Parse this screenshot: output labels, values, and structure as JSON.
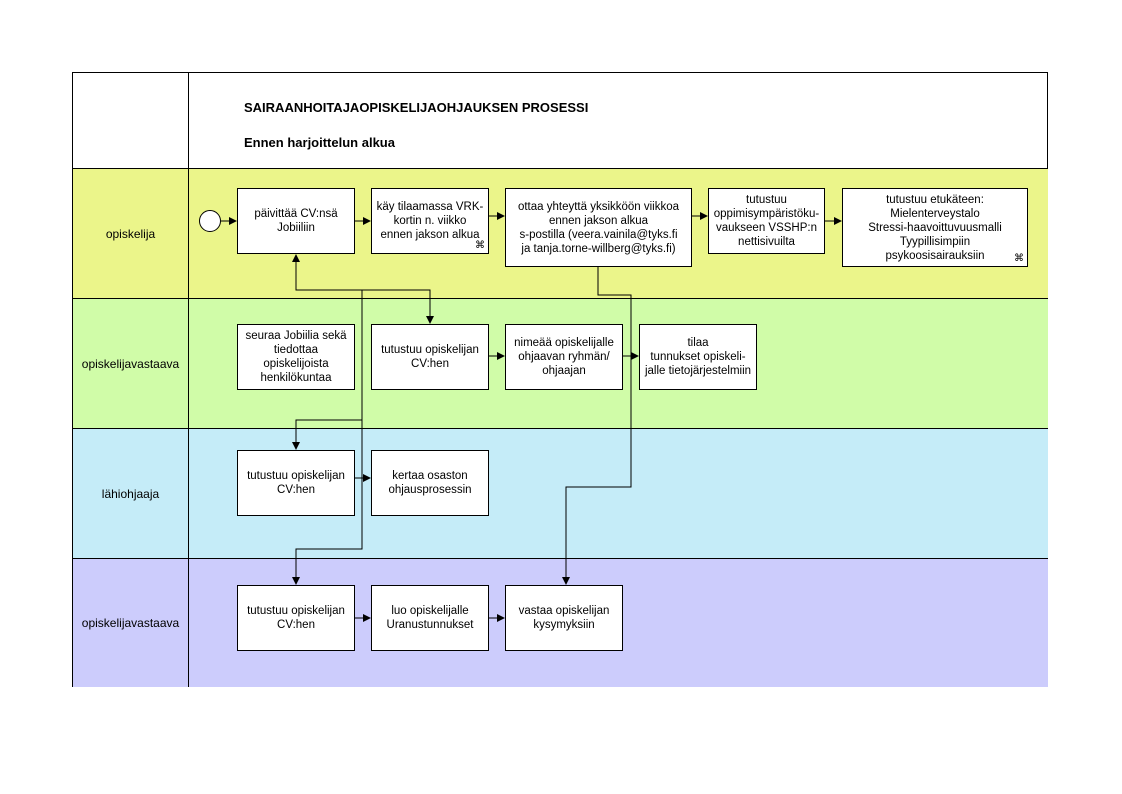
{
  "header": {
    "title": "SAIRAANHOITAJAOPISKELIJAOHJAUKSEN PROSESSI",
    "subtitle": "Ennen harjoittelun alkua"
  },
  "colors": {
    "lane1": "#ebf58a",
    "lane2": "#d0fca8",
    "lane3": "#c5ecf8",
    "lane4": "#ccccfc"
  },
  "lanes": [
    {
      "label": "opiskelija"
    },
    {
      "label": "opiskelijavastaava"
    },
    {
      "label": "lähiohjaaja"
    },
    {
      "label": "opiskelijavastaava"
    }
  ],
  "boxes": {
    "b1": "päivittää CV:nsä\nJobiiliin",
    "b2": "käy tilaamassa VRK-\nkortin n. viikko\nennen jakson alkua",
    "b3": "ottaa yhteyttä yksikköön viikkoa\nennen jakson alkua\ns-postilla (veera.vainila@tyks.fi\nja tanja.torne-willberg@tyks.fi)",
    "b4": "tutustuu\noppimisympäristöku-\nvaukseen VSSHP:n\nnettisivuilta",
    "b5": "tutustuu etukäteen:\nMielenterveystalo\nStressi-haavoittuvuusmalli\nTyypillisimpiin\npsykoosisairauksiin",
    "b6": "seuraa Jobiilia sekä\ntiedottaa\nopiskelijoista\nhenkilökuntaa",
    "b7": "tutustuu opiskelijan\nCV:hen",
    "b8": "nimeää opiskelijalle\nohjaavan ryhmän/\nohjaajan",
    "b9": "tilaa\ntunnukset  opiskeli-\njalle tietojärjestelmiin",
    "b10": "tutustuu opiskelijan\nCV:hen",
    "b11": "kertaa osaston\nohjausprosessin",
    "b12": "tutustuu opiskelijan\nCV:hen",
    "b13": "luo opiskelijalle\nUranustunnukset",
    "b14": "vastaa opiskelijan\nkysymyksiin"
  },
  "icons": {
    "subprocess": "subprocess-icon"
  }
}
